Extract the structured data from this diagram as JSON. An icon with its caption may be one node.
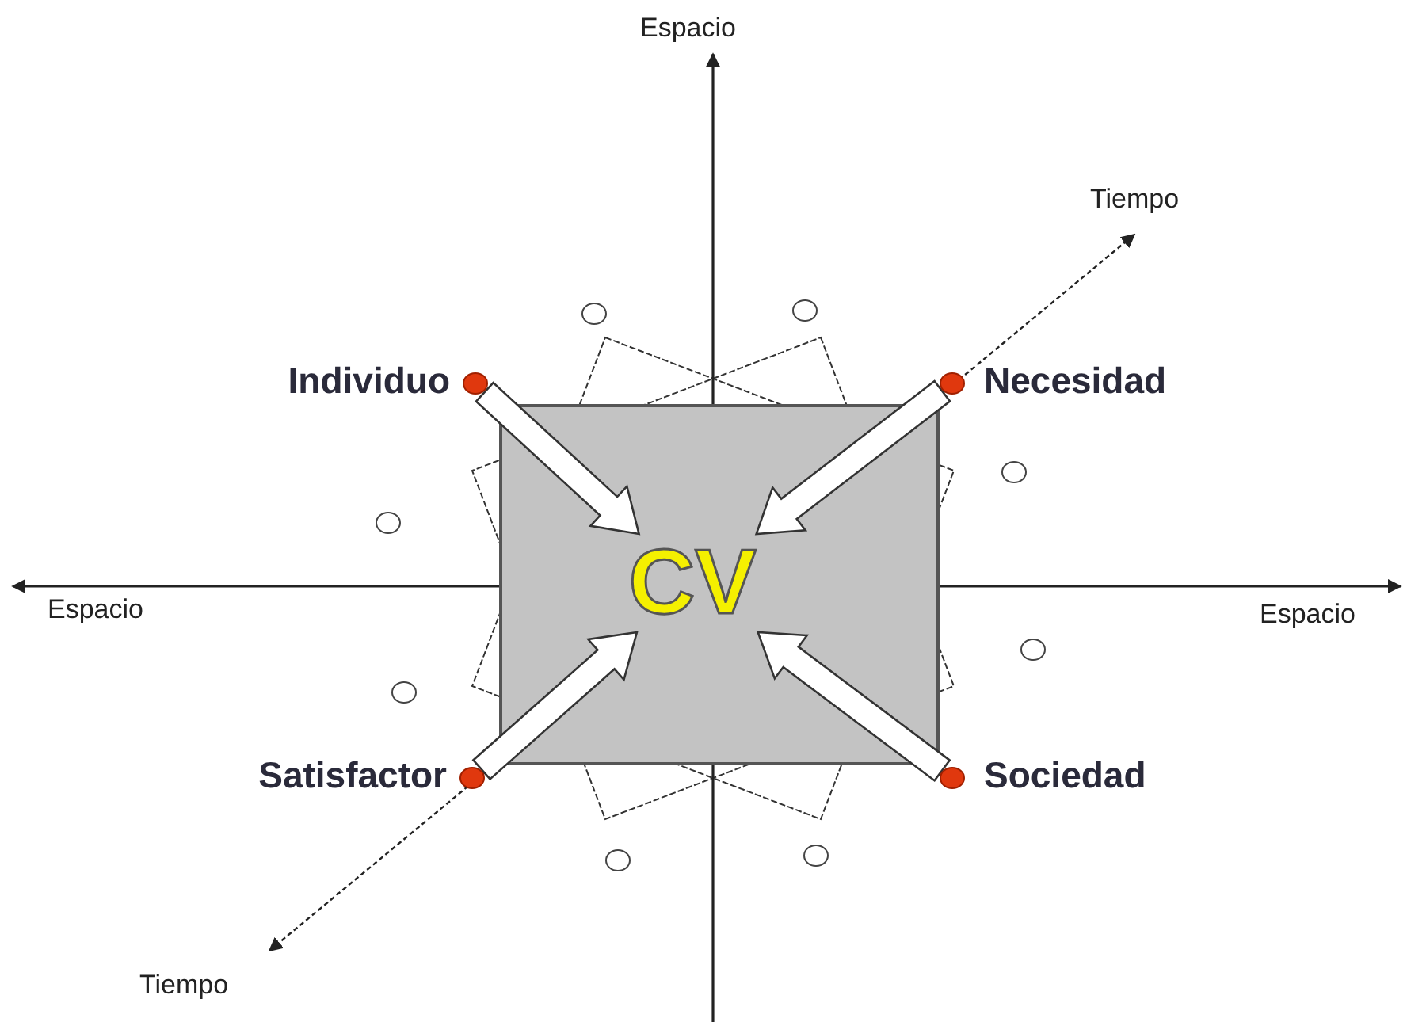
{
  "diagram": {
    "nodes": [
      {
        "text": [],
        "shape": "box"
      },
      {
        "text": [
          "CV"
        ],
        "in": 0
      },
      {
        "text": [],
        "shape": "circle",
        "beside": [
          "Individuo"
        ]
      },
      {
        "text": [],
        "shape": "circle",
        "beside": [
          "Necesidad"
        ]
      },
      {
        "text": [],
        "shape": "circle",
        "beside": [
          "Satisfactor"
        ]
      },
      {
        "text": [],
        "shape": "circle",
        "beside": [
          "Sociedad"
        ]
      },
      {
        "text": [],
        "shape": "circle"
      },
      {
        "text": [],
        "shape": "circle"
      },
      {
        "text": [],
        "shape": "circle"
      },
      {
        "text": [],
        "shape": "circle"
      },
      {
        "text": [],
        "shape": "circle"
      },
      {
        "text": [],
        "shape": "circle"
      },
      {
        "text": [],
        "shape": "circle"
      },
      {
        "text": [],
        "shape": "circle"
      }
    ],
    "edges": [
      {
        "from": 2,
        "to": 1,
        "arrow": "to"
      },
      {
        "from": 3,
        "to": 1,
        "arrow": "to"
      },
      {
        "from": 4,
        "to": 1,
        "arrow": "to"
      },
      {
        "from": 5,
        "to": 1,
        "arrow": "to"
      }
    ],
    "labels": [
      "Espacio",
      "Tiempo",
      "Espacio",
      "Espacio",
      "Tiempo"
    ]
  }
}
